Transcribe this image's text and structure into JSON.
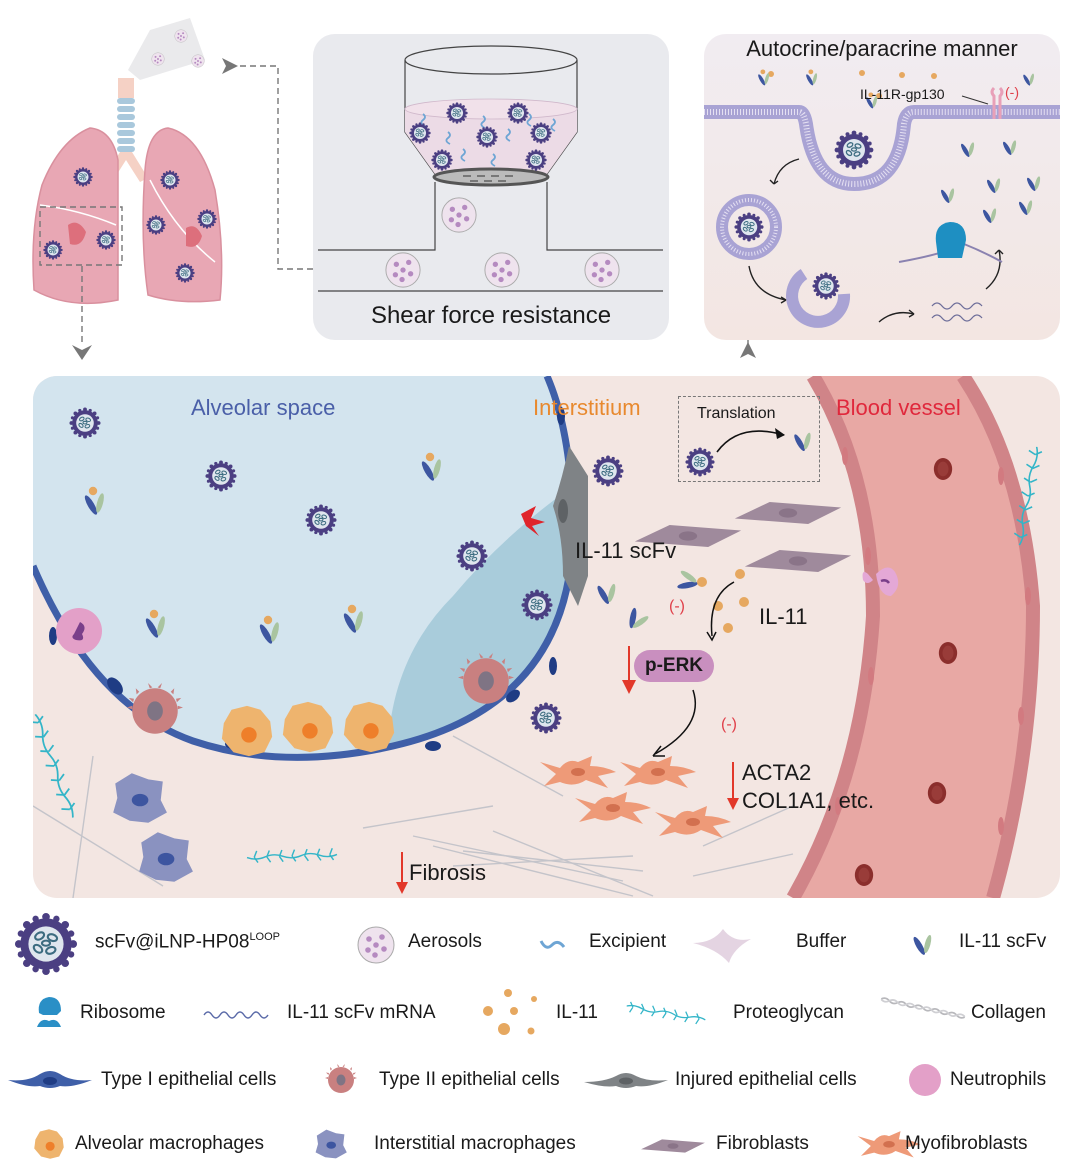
{
  "panels": {
    "shear": {
      "caption": "Shear force resistance"
    },
    "autocrine": {
      "title": "Autocrine/paracrine manner",
      "receptor_label": "IL-11R-gp130",
      "inhibit": "(-)"
    },
    "main": {
      "regions": {
        "alveolar": "Alveolar space",
        "interstitium": "Interstitium",
        "blood": "Blood vessel"
      },
      "translation_label": "Translation",
      "scfv_label": "IL-11 scFv",
      "il11_label": "IL-11",
      "perk_label": "p-ERK",
      "inhibit_1": "(-)",
      "inhibit_2": "(-)",
      "genes_line1": "ACTA2",
      "genes_line2": "COL1A1, etc.",
      "fibrosis_label": "Fibrosis"
    }
  },
  "colors": {
    "alveolar": "#4a5fa8",
    "interstitium": "#e8892e",
    "blood": "#e0283c",
    "down_arrow": "#e2382a",
    "inhibit": "#e0404a",
    "perk_fill": "#c98fbf"
  },
  "legend": [
    [
      {
        "icon": "nanoparticle-icon",
        "label": "scFv@iLNP-HP08",
        "sup": "LOOP"
      },
      {
        "icon": "aerosol-icon",
        "label": "Aerosols"
      },
      {
        "icon": "excipient-icon",
        "label": "Excipient"
      },
      {
        "icon": "buffer-icon",
        "label": "Buffer"
      },
      {
        "icon": "scfv-icon",
        "label": "IL-11 scFv"
      }
    ],
    [
      {
        "icon": "ribosome-icon",
        "label": "Ribosome"
      },
      {
        "icon": "mrna-icon",
        "label": "IL-11 scFv mRNA"
      },
      {
        "icon": "il11-icon",
        "label": "IL-11"
      },
      {
        "icon": "proteoglycan-icon",
        "label": "Proteoglycan"
      },
      {
        "icon": "collagen-icon",
        "label": "Collagen"
      }
    ],
    [
      {
        "icon": "type1-epithelial-icon",
        "label": "Type I epithelial cells"
      },
      {
        "icon": "type2-epithelial-icon",
        "label": "Type II epithelial cells"
      },
      {
        "icon": "injured-epithelial-icon",
        "label": "Injured epithelial cells"
      },
      {
        "icon": "neutrophil-icon",
        "label": "Neutrophils"
      }
    ],
    [
      {
        "icon": "alveolar-macrophage-icon",
        "label": "Alveolar macrophages"
      },
      {
        "icon": "interstitial-macrophage-icon",
        "label": "Interstitial macrophages"
      },
      {
        "icon": "fibroblast-icon",
        "label": "Fibroblasts"
      },
      {
        "icon": "myofibroblast-icon",
        "label": "Myofibroblasts"
      }
    ]
  ]
}
